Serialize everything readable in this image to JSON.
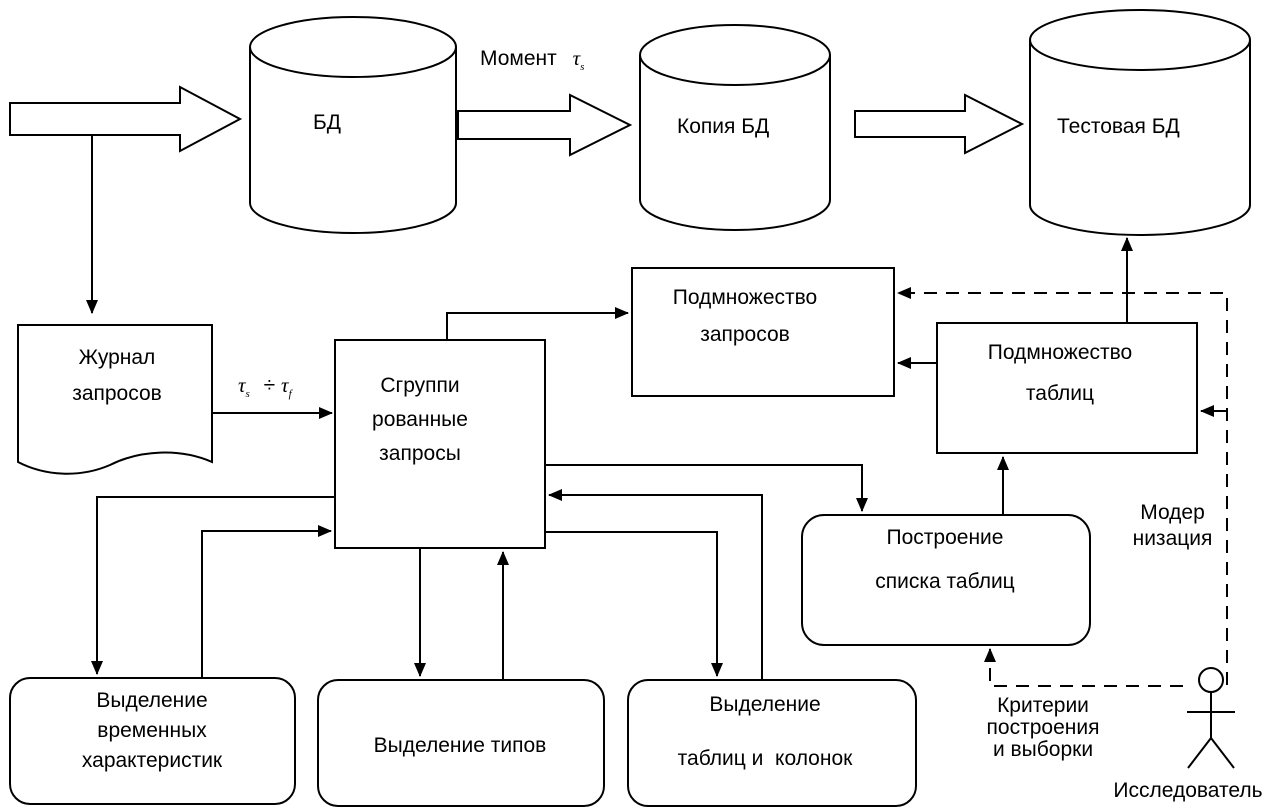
{
  "nodes": {
    "db": "БД",
    "db_copy": "Копия БД",
    "db_test": "Тестовая БД",
    "moment": "Момент",
    "moment_sym": "τ",
    "moment_sub": "s",
    "log_line1": "Журнал",
    "log_line2": "запросов",
    "range_a": "τ",
    "range_a_sub": "s",
    "range_div": "÷",
    "range_b": "τ",
    "range_b_sub": "f",
    "grouped_line1": "Сгруппи",
    "grouped_line2": "рованные",
    "grouped_line3": "запросы",
    "subset_queries_line1": "Подмножество",
    "subset_queries_line2": "запросов",
    "subset_tables_line1": "Подмножество",
    "subset_tables_line2": "таблиц",
    "build_line1": "Построение",
    "build_line2": "списка таблиц",
    "modern_line1": "Модер",
    "modern_line2": "низация",
    "criteria_line1": "Критерии",
    "criteria_line2": "построения",
    "criteria_line3": "и выборки",
    "researcher": "Исследователь",
    "time_line1": "Выделение",
    "time_line2": "временных",
    "time_line3": "характеристик",
    "types": "Выделение типов",
    "tables_line1": "Выделение",
    "tables_line2": "таблиц и  колонок"
  }
}
